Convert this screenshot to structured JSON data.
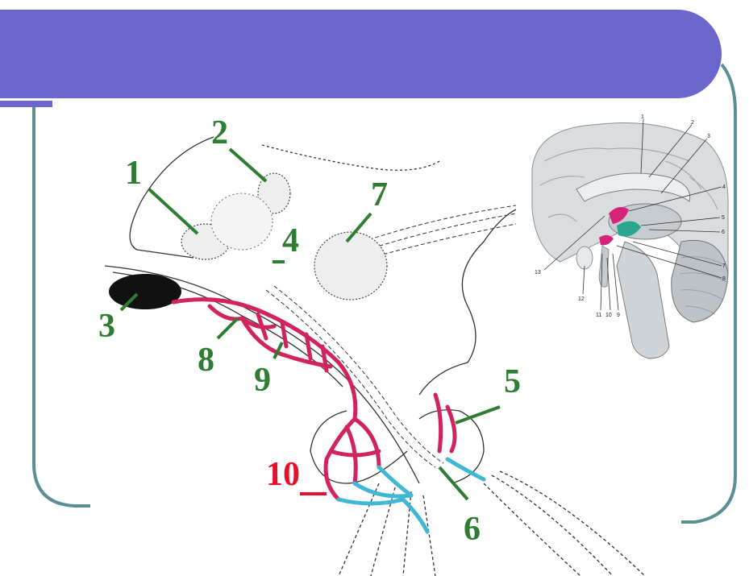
{
  "slide": {
    "title": "",
    "title_bar_color": "#6a66cc",
    "frame_color": "#5b8f94"
  },
  "main_diagram": {
    "label_color": "#2e7d32",
    "highlight_label_color": "#e8112d",
    "vessel_color": "#d1245c",
    "vein_color": "#3fb8d4",
    "labels": [
      {
        "id": "1",
        "text": "1"
      },
      {
        "id": "2",
        "text": "2"
      },
      {
        "id": "3",
        "text": "3"
      },
      {
        "id": "4",
        "text": "4"
      },
      {
        "id": "5",
        "text": "5"
      },
      {
        "id": "6",
        "text": "6"
      },
      {
        "id": "7",
        "text": "7"
      },
      {
        "id": "8",
        "text": "8"
      },
      {
        "id": "9",
        "text": "9"
      },
      {
        "id": "10",
        "text": "10"
      }
    ]
  },
  "inset_diagram": {
    "highlight_colors": [
      "#d6247a",
      "#2aa58e"
    ],
    "labels": [
      "1",
      "2",
      "3",
      "4",
      "5",
      "6",
      "7",
      "8",
      "9",
      "10",
      "11",
      "12",
      "13"
    ]
  }
}
